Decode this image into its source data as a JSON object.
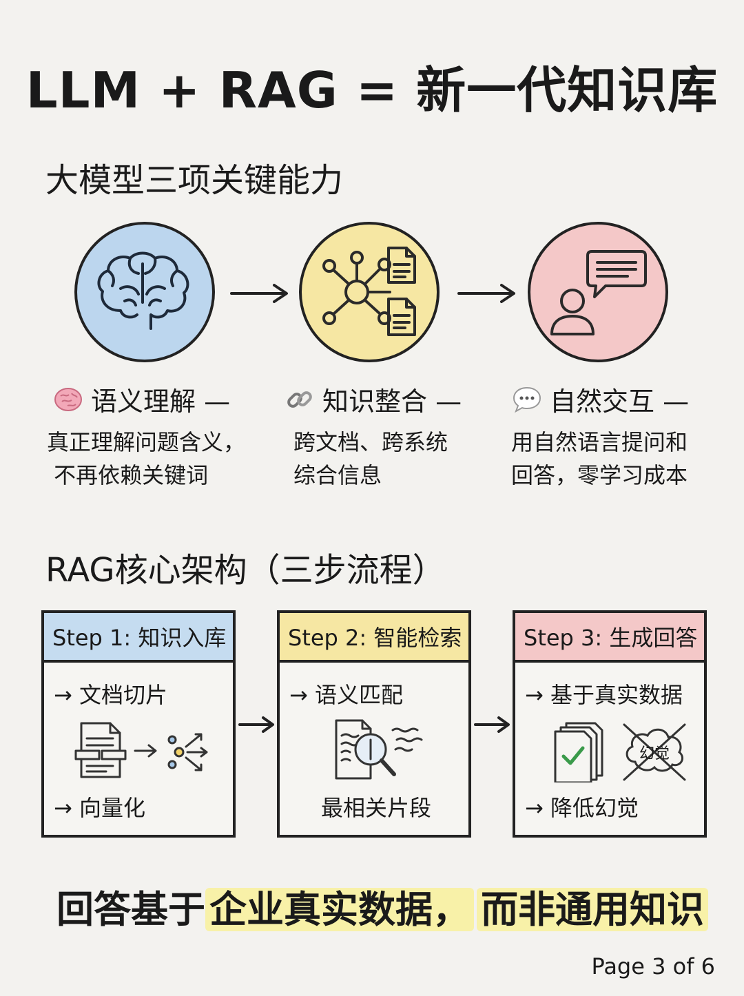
{
  "title": "LLM + RAG = 新一代知识库",
  "section1": {
    "heading": "大模型三项关键能力",
    "capabilities": [
      {
        "emoji": "🧠",
        "title": "语义理解 —",
        "desc": [
          "真正理解问题含义，",
          " 不再依赖关键词"
        ],
        "color": "#bcd6ee",
        "icon": "brain-icon"
      },
      {
        "emoji": "🔗",
        "title": "知识整合 —",
        "desc": [
          "跨文档、跨系统",
          "综合信息"
        ],
        "color": "#f6e7a3",
        "icon": "knowledge-network-icon"
      },
      {
        "emoji": "💬",
        "title": "自然交互 —",
        "desc": [
          "用自然语言提问和",
          "回答，零学习成本"
        ],
        "color": "#f4c8c8",
        "icon": "person-chat-icon"
      }
    ]
  },
  "section2": {
    "heading": "RAG核心架构（三步流程）",
    "steps": [
      {
        "header": "Step 1: 知识入库",
        "color": "#c5dcf0",
        "line1": "→ 文档切片",
        "line2": "→ 向量化"
      },
      {
        "header": "Step 2: 智能检索",
        "color": "#f6e7a3",
        "line1": "→ 语义匹配",
        "line2": "最相关片段"
      },
      {
        "header": "Step 3: 生成回答",
        "color": "#f4c8c8",
        "line1": "→ 基于真实数据",
        "line2": "→ 降低幻觉",
        "crossed_label": "幻觉"
      }
    ]
  },
  "conclusion": {
    "part1": "回答基于",
    "highlight1": "企业真实数据，",
    "highlight2": "而非通用知识"
  },
  "page": "Page 3 of 6"
}
